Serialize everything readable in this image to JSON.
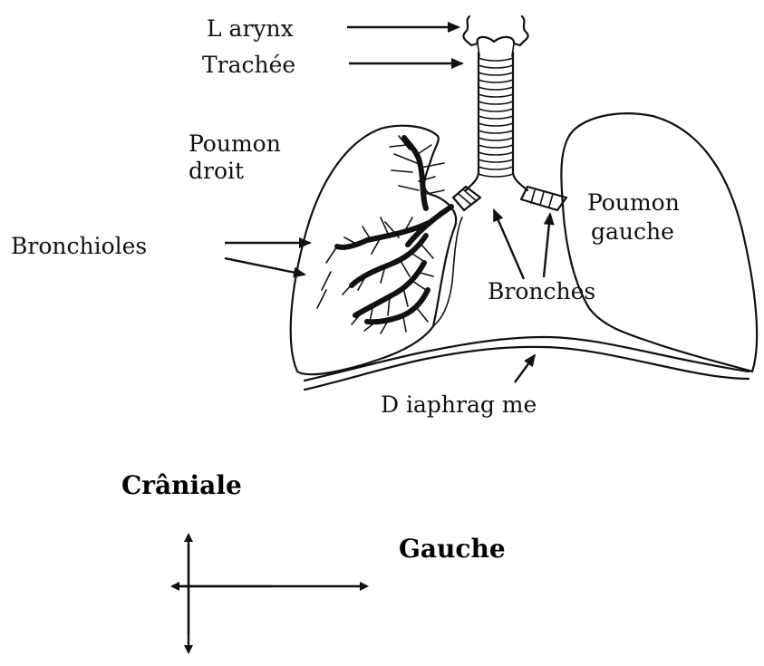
{
  "labels": {
    "larynx": "L arynx",
    "trachee": "Trachée",
    "poumon_droit_line1": "Poumon",
    "poumon_droit_line2": "droit",
    "bronchioles": "Bronchioles",
    "poumon_gauche_line1": "Poumon",
    "poumon_gauche_line2": "gauche",
    "bronches": "Bronches",
    "diaphragme": "D iaphrag me"
  },
  "orientation": {
    "cranial": "Crâniale",
    "gauche": "Gauche"
  }
}
